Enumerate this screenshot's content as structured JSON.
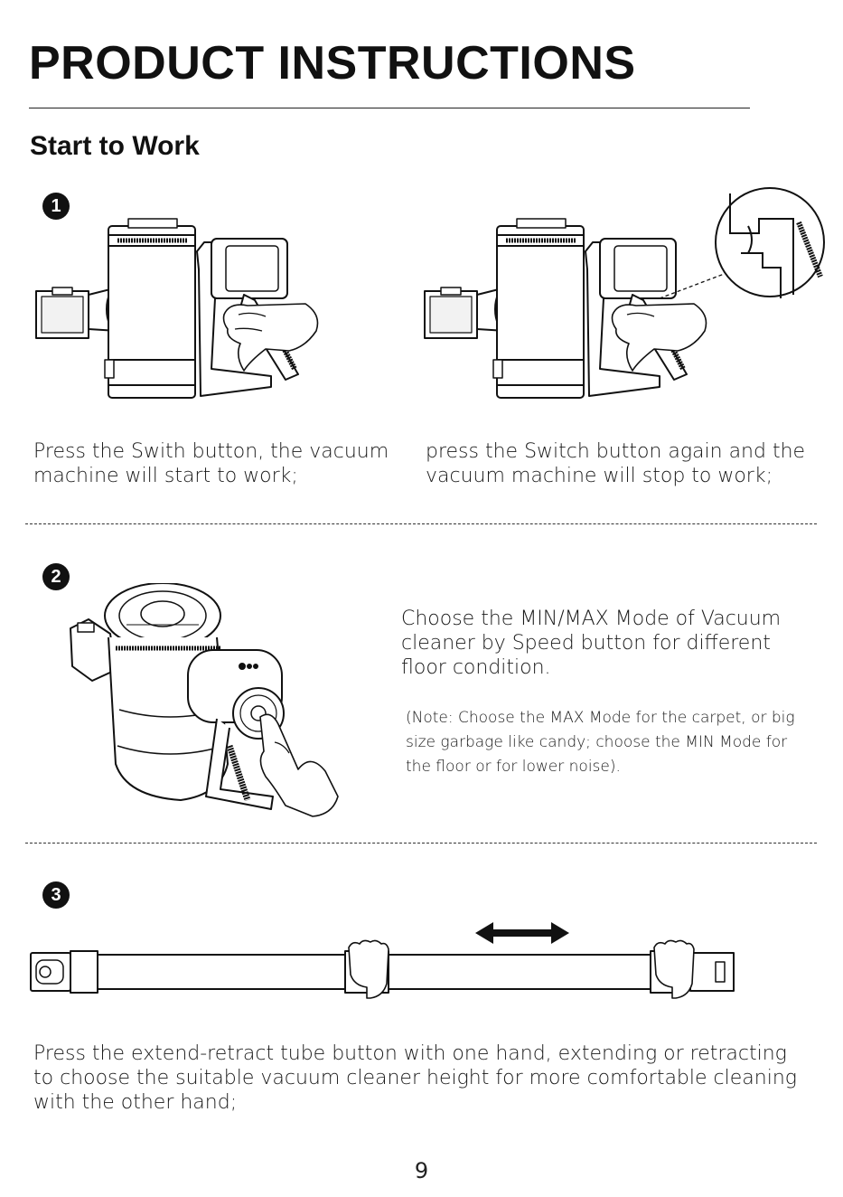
{
  "header": {
    "title": "PRODUCT INSTRUCTIONS",
    "subtitle": "Start to Work"
  },
  "steps": [
    {
      "badge": "1",
      "left_text": "Press the Swith button, the vacuum machine will start to work;",
      "right_text": "press the Switch button again and the vacuum machine will stop to work;"
    },
    {
      "badge": "2",
      "main_text": "Choose the MIN/MAX Mode of Vacuum cleaner by Speed button for different floor condition.",
      "note_text": "(Note: Choose the MAX Mode for the carpet, or big size garbage like candy; choose the MIN Mode for the floor or for lower noise)."
    },
    {
      "badge": "3",
      "text": "Press the extend-retract tube button with one hand, extending or retracting to choose the suitable vacuum cleaner height for more comfortable cleaning with the other hand;"
    }
  ],
  "footer": {
    "page_number": "9"
  },
  "icons": [
    "vacuum-start-illustration",
    "vacuum-stop-illustration",
    "zoom-detail-icon",
    "speed-button-illustration",
    "extension-tube-illustration",
    "double-arrow-icon"
  ]
}
